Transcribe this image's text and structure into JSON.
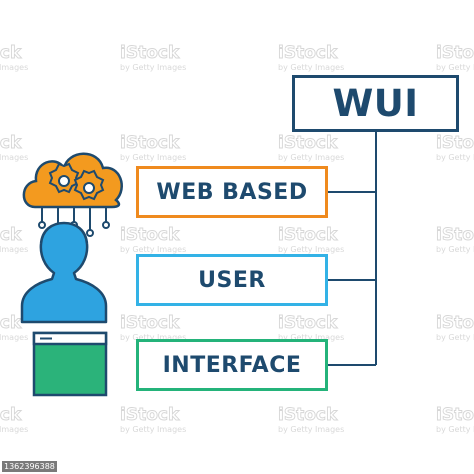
{
  "diagram": {
    "title": "WUI",
    "items": [
      {
        "label": "WEB BASED",
        "icon": "cloud-gears-icon",
        "color": "#ef8a1e"
      },
      {
        "label": "USER",
        "icon": "user-silhouette-icon",
        "color": "#33b2e6"
      },
      {
        "label": "INTERFACE",
        "icon": "browser-window-icon",
        "color": "#24b37a"
      }
    ],
    "connector_color": "#1e4a6e",
    "title_color": "#1e4a6e"
  },
  "watermark": {
    "brand": "iStock",
    "credit": "by Getty Images",
    "stock_id": "1362396388"
  }
}
